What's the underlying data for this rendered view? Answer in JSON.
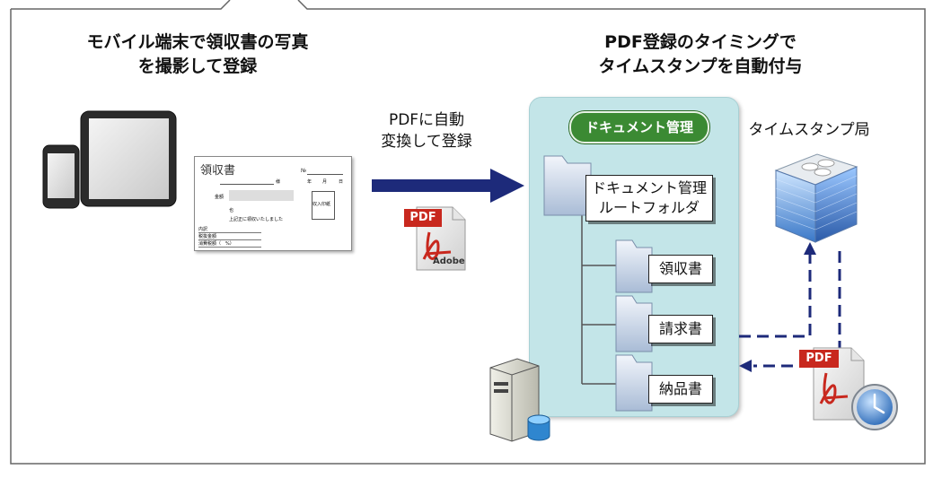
{
  "left_heading": {
    "line1": "モバイル端末で領収書の写真",
    "line2": "を撮影して登録"
  },
  "right_heading": {
    "line1": "PDF登録のタイミングで",
    "line2": "タイムスタンプを自動付与"
  },
  "convert_label": {
    "line1": "PDFに自動",
    "line2": "変換して登録"
  },
  "doc_management": {
    "title": "ドキュメント管理",
    "root_folder": {
      "line1": "ドキュメント管理",
      "line2": "ルートフォルダ"
    },
    "subfolders": [
      "領収書",
      "請求書",
      "納品書"
    ]
  },
  "timestamp_authority": "タイムスタンプ局",
  "receipt": {
    "title": "領収書",
    "no_label": "№",
    "yen_suffix": "様",
    "date_labels": [
      "年",
      "月",
      "日"
    ],
    "amount_label": "金額",
    "amount_note": "也",
    "stamp_label": "収入印紙",
    "received_text": "上記正に領収いたしました",
    "breakdown_lines": [
      "内訳",
      "税抜金額",
      "消費税額（　%）"
    ]
  },
  "pdf_icon_label": "PDF",
  "adobe_label": "Adobe",
  "colors": {
    "arrow": "#1d2a7a",
    "panel": "#c3e5e8",
    "pill": "#3b8a33",
    "pdf_red": "#c8281e"
  }
}
